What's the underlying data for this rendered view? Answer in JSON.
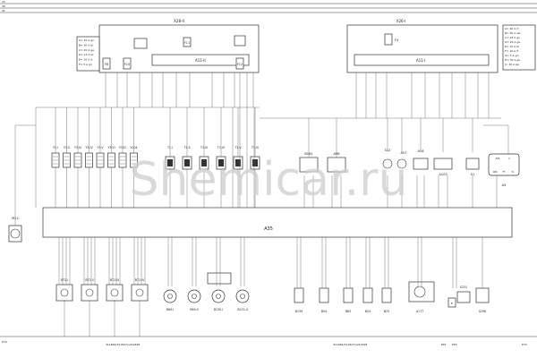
{
  "palette": {
    "line": "#3a3a3a",
    "watermark": "#cfcfcf",
    "background": "#ffffff"
  },
  "title_rows": {
    "r1": "15",
    "r2": "30",
    "r3": "31"
  },
  "x28": {
    "label": "X28-II",
    "module": "A11-II",
    "fuses": [
      "F8",
      "F9",
      "F10",
      "F11",
      "F12"
    ],
    "legend": [
      "A= 25 A gn",
      "B= 30 A bl",
      "C= 20 A ge",
      "D= 15 A bl",
      "E= 10 A rt",
      "F= 5 A gn"
    ]
  },
  "x26": {
    "label": "X26-I",
    "module": "A11-I",
    "fuse": "F4",
    "legend": [
      "A= 40 A rt",
      "B= 30 A sw",
      "C= 25 A gn",
      "D= 20 A ge",
      "E= 15 A bl",
      "F= 10 A rt",
      "G= 5 A gn",
      "H= 30 A gn",
      "J= 10 A ge"
    ]
  },
  "injectors": [
    "Y3-I",
    "Y3-II",
    "Y3-III",
    "Y3-IV",
    "Y3-V",
    "Y3-VI",
    "Y102",
    "Y104"
  ],
  "coils": [
    "T1-I",
    "T1-II",
    "T1-III",
    "T1-IV",
    "T1-V",
    "T1-VI"
  ],
  "sensors_mid": [
    "B161",
    "A96"
  ],
  "right_parts": [
    "S12",
    "A57",
    "A16",
    "A103",
    "X1",
    "A5"
  ],
  "a5_labels": [
    "AT5",
    "C",
    "ABS",
    "FT",
    "TL"
  ],
  "ecu": "A35",
  "motor": "M12",
  "bottom_left": [
    "B72-I",
    "B72-II",
    "B72-III",
    "B72-IV"
  ],
  "bottom_mid": [
    "B69-I",
    "B69-II",
    "B130-I",
    "B132-II"
  ],
  "bottom_right": [
    "B139",
    "B54",
    "B83",
    "B24",
    "B25",
    "A177",
    "S231"
  ],
  "bottom_misc": [
    "S298",
    "E"
  ],
  "footer": {
    "l1": "E70",
    "l2": "311826/311827/u211828",
    "r1": "311826/311827/u211828",
    "e1": "EP1",
    "e2": "EP2",
    "e3": "E74"
  },
  "watermark": "Shemicar.ru"
}
